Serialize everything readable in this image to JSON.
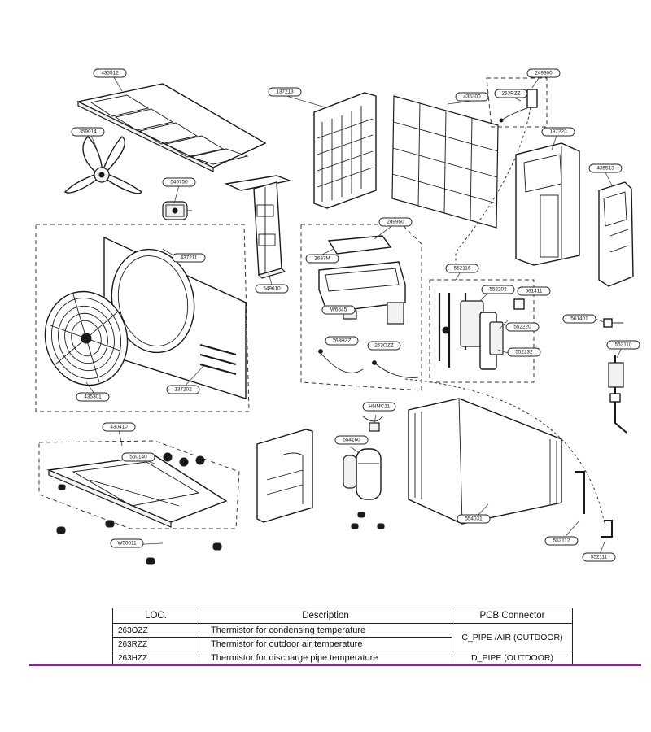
{
  "callouts": {
    "c435512": "435512",
    "c137213": "137213",
    "c435300": "435300",
    "c249300": "249300",
    "c263rzz": "263RZZ",
    "c137223": "137223",
    "c435513": "435513",
    "c359014": "359014",
    "c546750": "546750",
    "c549610": "549610",
    "c437211": "437211",
    "c435301": "435301",
    "c137202": "137202",
    "c249950": "249950",
    "c2687m": "2687M",
    "cw6645": "W6645",
    "c263hzz": "263HZZ",
    "c263ozz": "263OZZ",
    "c552116": "552116",
    "c552202": "552202",
    "c561411": "561411",
    "c552220": "552220",
    "c552232": "552232",
    "c561401": "561401",
    "c552110": "552110",
    "chnmc": "HNMC11",
    "c554160": "554160",
    "c554031": "554031",
    "c552112": "552112",
    "c552111": "552111",
    "c430410": "430410",
    "c550140": "550140",
    "cw50011": "W50011"
  },
  "legend": {
    "headers": {
      "loc": "LOC.",
      "description": "Description",
      "pcb": "PCB Connector"
    },
    "rows": [
      {
        "loc": "263OZZ",
        "description": "Thermistor for condensing temperature"
      },
      {
        "loc": "263RZZ",
        "description": "Thermistor for outdoor air temperature"
      },
      {
        "loc": "263HZZ",
        "description": "Thermistor for discharge pipe temperature"
      }
    ],
    "pcb_merged_1": "C_PIPE /AIR (OUTDOOR)",
    "pcb_row_3": "D_PIPE (OUTDOOR)"
  }
}
